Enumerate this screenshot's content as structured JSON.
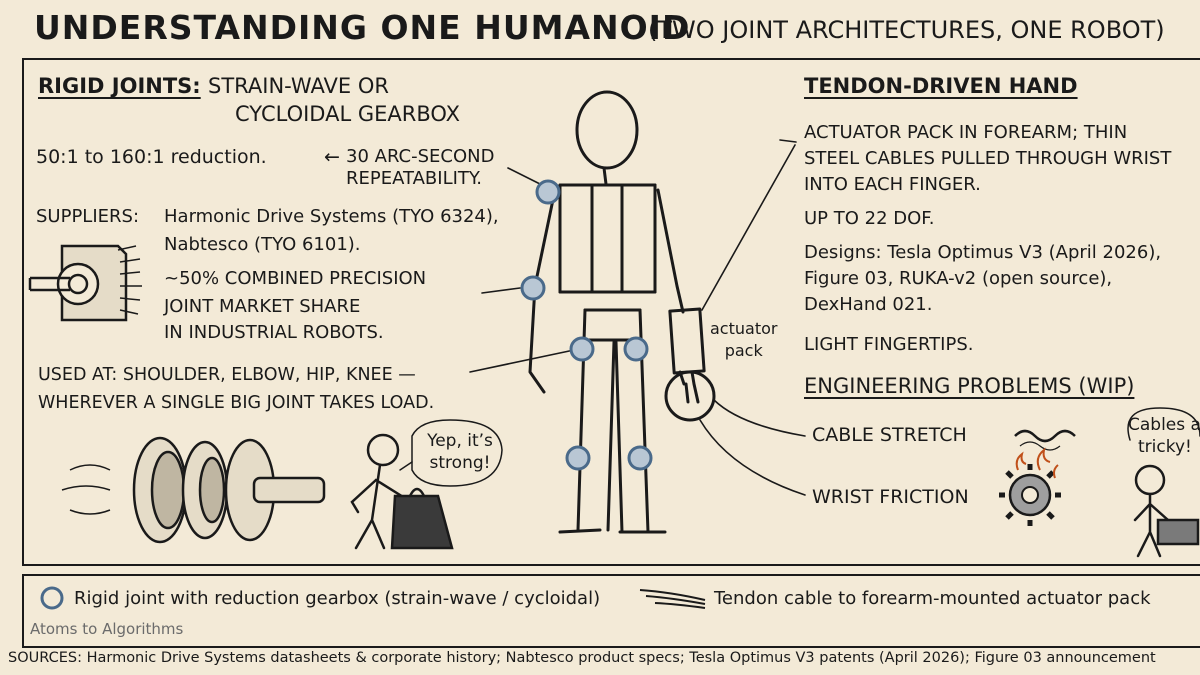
{
  "header": {
    "title": "Understanding One Humanoid",
    "subtitle": "(Two joint architectures, one robot)"
  },
  "left": {
    "heading_underlined": "Rigid joints:",
    "heading_rest_1": "Strain-wave or",
    "heading_rest_2": "cycloidal gearbox",
    "reduction": "50:1 to 160:1 reduction.",
    "arrow": "←",
    "repeatability_1": "30 arc-second",
    "repeatability_2": "repeatability.",
    "suppliers_label": "Suppliers:",
    "suppliers_1": "Harmonic Drive Systems (TYO 6324),",
    "suppliers_2": "Nabtesco (TYO 6101).",
    "share_1": "~50% combined precision",
    "share_2": "joint market share",
    "share_3": "in industrial robots.",
    "used_at_1": "Used at: shoulder, elbow, hip, knee —",
    "used_at_2": "wherever a single big joint takes load.",
    "bubble_1": "Yep, it’s",
    "bubble_2": "strong!"
  },
  "center": {
    "actuator_1": "actuator",
    "actuator_2": "pack"
  },
  "right": {
    "heading": "Tendon-driven hand",
    "desc_1": "Actuator pack in forearm; thin",
    "desc_2": "steel cables pulled through wrist",
    "desc_3": "into each finger.",
    "dof": "Up to 22 DOF.",
    "designs_1": "Designs: Tesla Optimus V3 (April 2026),",
    "designs_2": "Figure 03, RUKA-v2 (open source),",
    "designs_3": "DexHand 021.",
    "fingertips": "Light fingertips.",
    "problems_heading": "Engineering problems (WIP)",
    "problem_1": "Cable stretch",
    "problem_2": "Wrist friction",
    "bubble_1": "Cables are",
    "bubble_2": "tricky!"
  },
  "legend": {
    "rigid": "Rigid joint with reduction gearbox (strain-wave / cycloidal)",
    "tendon": "Tendon cable to forearm-mounted actuator pack"
  },
  "watermark": "Atoms to Algorithms",
  "sources": "SOURCES: Harmonic Drive Systems datasheets & corporate history; Nabtesco product specs; Tesla Optimus V3 patents (April 2026); Figure 03 announcement",
  "colors": {
    "background": "#f3ead7",
    "ink": "#1a1a1a",
    "joint": "#4a6a8a",
    "joint_fill": "#b9c7d4",
    "flame": "#c0501a"
  }
}
